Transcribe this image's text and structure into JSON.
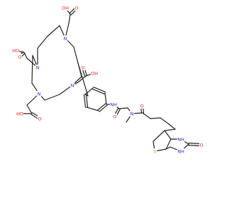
{
  "colors": {
    "background": "#ffffff",
    "bond": "#222222",
    "oxygen": "#e41a1c",
    "nitrogen": "#2323d6",
    "sulfur": "#b8a300",
    "carbon_text": "#222222"
  },
  "atom_labels": {
    "n1": "N",
    "n2": "N",
    "n3": "N",
    "n4": "N",
    "oh1": "OH",
    "o1": "O",
    "oh2": "HO",
    "o2": "O",
    "oh3": "OH",
    "o3": "O",
    "oh4": "HO",
    "o4": "O",
    "nh_amide": "NH",
    "o_amide": "O",
    "n_methyl": "N",
    "o_methyl_amide": "O",
    "s": "S",
    "nh_a": "NH",
    "nh_b": "NH",
    "o_urea": "O"
  }
}
